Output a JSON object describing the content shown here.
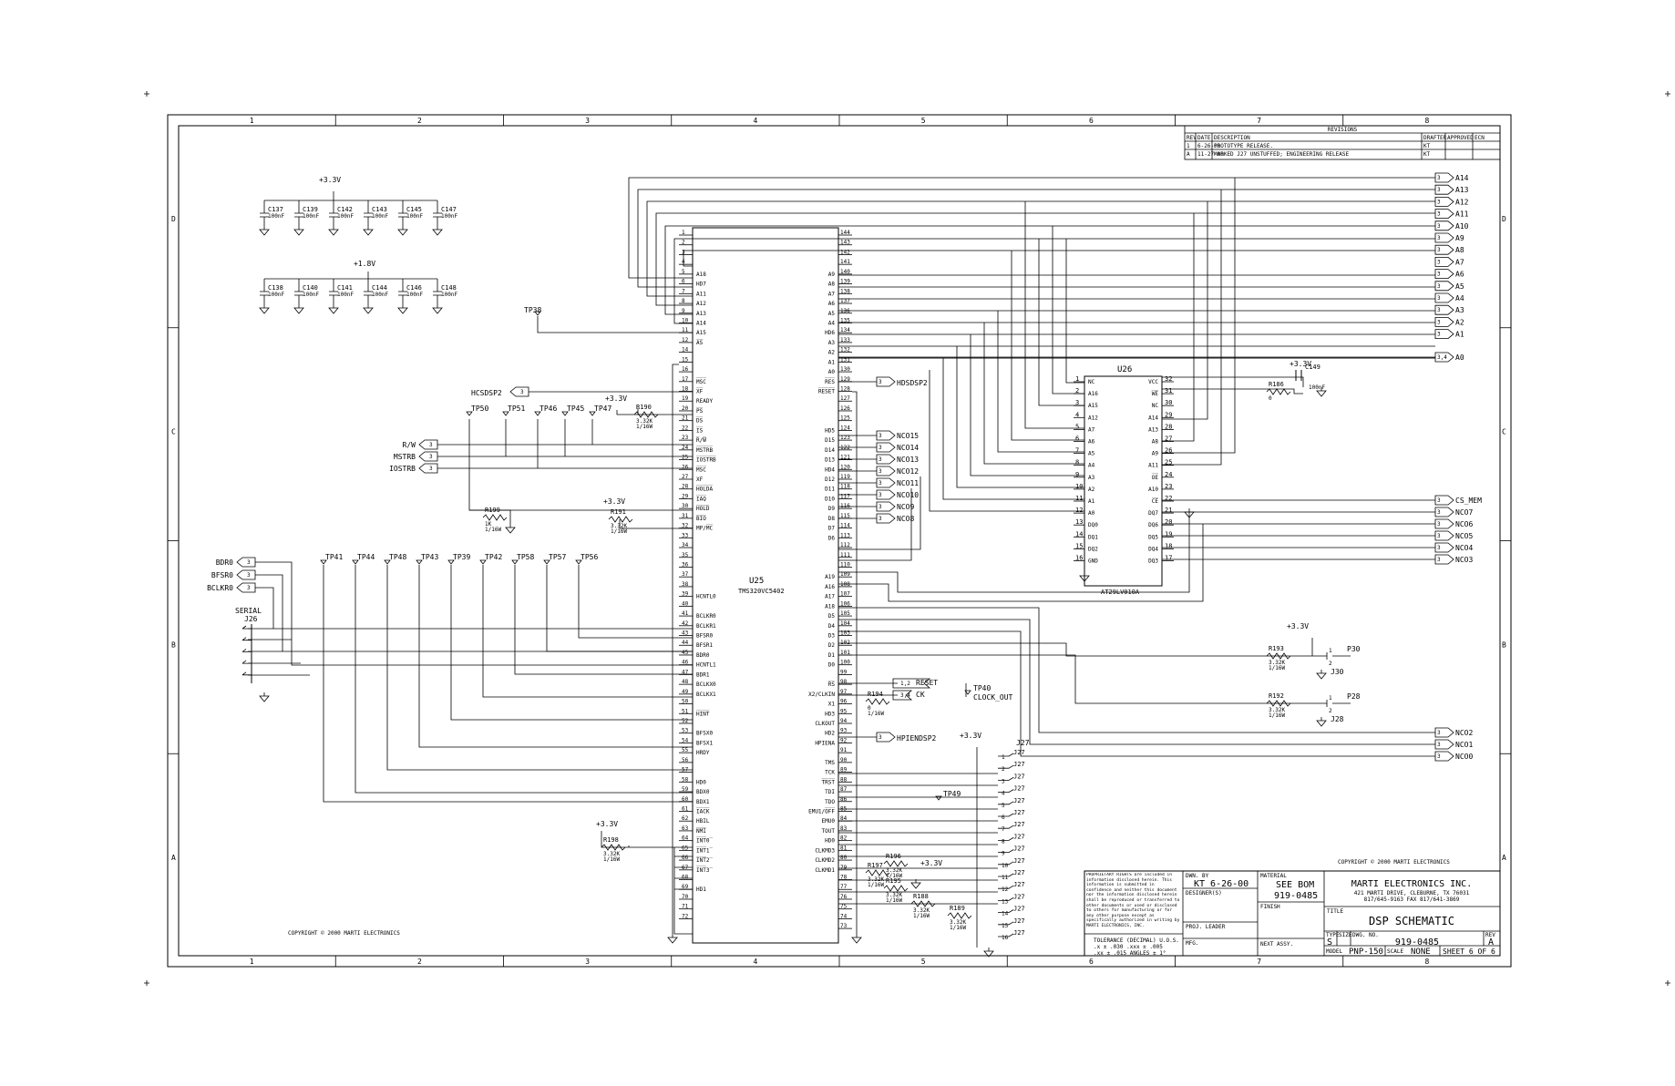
{
  "sheet": {
    "column_labels": [
      "1",
      "2",
      "3",
      "4",
      "5",
      "6",
      "7",
      "8"
    ],
    "row_labels": [
      "D",
      "C",
      "B",
      "A"
    ]
  },
  "revisions": {
    "title": "REVISIONS",
    "headers": [
      "REV",
      "DATE",
      "DESCRIPTION",
      "DRAFTER",
      "APPROVED",
      "ECN"
    ],
    "rows": [
      [
        "1",
        "6-26-00",
        "PROTOTYPE RELEASE.",
        "KT",
        "",
        ""
      ],
      [
        "A",
        "11-27-00",
        "MARKED J27 UNSTUFFED; ENGINEERING RELEASE",
        "KT",
        "",
        ""
      ]
    ]
  },
  "supplies": {
    "v33": "+3.3V",
    "v18": "+1.8V",
    "caps_33": [
      {
        "ref": "C137",
        "val": "100nF"
      },
      {
        "ref": "C139",
        "val": "100nF"
      },
      {
        "ref": "C142",
        "val": "100nF"
      },
      {
        "ref": "C143",
        "val": "100nF"
      },
      {
        "ref": "C145",
        "val": "100nF"
      },
      {
        "ref": "C147",
        "val": "100nF"
      }
    ],
    "caps_18": [
      {
        "ref": "C138",
        "val": "100nF"
      },
      {
        "ref": "C140",
        "val": "100nF"
      },
      {
        "ref": "C141",
        "val": "100nF"
      },
      {
        "ref": "C144",
        "val": "100nF"
      },
      {
        "ref": "C146",
        "val": "100nF"
      },
      {
        "ref": "C148",
        "val": "100nF"
      }
    ]
  },
  "u25": {
    "ref": "U25",
    "part": "TMS320VC5402",
    "left_pins": [
      [
        "1",
        ""
      ],
      [
        "2",
        ""
      ],
      [
        "3",
        ""
      ],
      [
        "4",
        ""
      ],
      [
        "5",
        "A18"
      ],
      [
        "6",
        "HD7"
      ],
      [
        "7",
        "A11"
      ],
      [
        "8",
        "A12"
      ],
      [
        "9",
        "A13"
      ],
      [
        "10",
        "A14"
      ],
      [
        "11",
        "A15"
      ],
      [
        "12",
        "A̅S̅"
      ],
      [
        "14",
        ""
      ],
      [
        "15",
        ""
      ],
      [
        "16",
        ""
      ],
      [
        "17",
        "M̅S̅C̅"
      ],
      [
        "18",
        "X̅F̅"
      ],
      [
        "19",
        "READY"
      ],
      [
        "20",
        "P̅S̅"
      ],
      [
        "21",
        "D̅S̅"
      ],
      [
        "22",
        "I̅S̅"
      ],
      [
        "23",
        "R̅/̅W̅"
      ],
      [
        "24",
        "M̅S̅T̅R̅B̅"
      ],
      [
        "25",
        "I̅O̅S̅T̅R̅B̅"
      ],
      [
        "26",
        "M̅S̅C̅"
      ],
      [
        "27",
        "XF"
      ],
      [
        "28",
        "H̅O̅L̅D̅A̅"
      ],
      [
        "29",
        "I̅A̅Q̅"
      ],
      [
        "30",
        "H̅O̅L̅D̅"
      ],
      [
        "31",
        "B̅I̅O̅"
      ],
      [
        "32",
        "MP/M̅C̅"
      ],
      [
        "33",
        ""
      ],
      [
        "34",
        ""
      ],
      [
        "35",
        ""
      ],
      [
        "36",
        ""
      ],
      [
        "37",
        ""
      ],
      [
        "38",
        ""
      ],
      [
        "39",
        "HCNTL0"
      ],
      [
        "40",
        ""
      ],
      [
        "41",
        "BCLKR0"
      ],
      [
        "42",
        "BCLKR1"
      ],
      [
        "43",
        "BFSR0"
      ],
      [
        "44",
        "BFSR1"
      ],
      [
        "45",
        "BDR0"
      ],
      [
        "46",
        "HCNTL1"
      ],
      [
        "47",
        "BDR1"
      ],
      [
        "48",
        "BCLKX0"
      ],
      [
        "49",
        "BCLKX1"
      ],
      [
        "50",
        ""
      ],
      [
        "51",
        "H̅I̅N̅T̅"
      ],
      [
        "52",
        ""
      ],
      [
        "53",
        "BFSX0"
      ],
      [
        "54",
        "BFSX1"
      ],
      [
        "55",
        "HRDY"
      ],
      [
        "56",
        ""
      ],
      [
        "57",
        ""
      ],
      [
        "58",
        "HD0"
      ],
      [
        "59",
        "BDX0"
      ],
      [
        "60",
        "BDX1"
      ],
      [
        "61",
        "I̅A̅C̅K̅"
      ],
      [
        "62",
        "HBIL"
      ],
      [
        "63",
        "N̅M̅I̅"
      ],
      [
        "64",
        "I̅N̅T̅0̅"
      ],
      [
        "65",
        "I̅N̅T̅1̅"
      ],
      [
        "66",
        "I̅N̅T̅2̅"
      ],
      [
        "67",
        "I̅N̅T̅3̅"
      ],
      [
        "68",
        ""
      ],
      [
        "69",
        "HD1"
      ],
      [
        "70",
        ""
      ],
      [
        "71",
        ""
      ],
      [
        "72",
        ""
      ]
    ],
    "right_pins": [
      [
        "144",
        ""
      ],
      [
        "143",
        ""
      ],
      [
        "142",
        ""
      ],
      [
        "141",
        ""
      ],
      [
        "140",
        "A9"
      ],
      [
        "139",
        "A8"
      ],
      [
        "138",
        "A7"
      ],
      [
        "137",
        "A6"
      ],
      [
        "136",
        "A5"
      ],
      [
        "135",
        "A4"
      ],
      [
        "134",
        "HD6"
      ],
      [
        "133",
        "A3"
      ],
      [
        "132",
        "A2"
      ],
      [
        "131",
        "A1"
      ],
      [
        "130",
        "A0"
      ],
      [
        "129",
        "R̅E̅S̅"
      ],
      [
        "128",
        "R̅E̅S̅E̅T̅"
      ],
      [
        "127",
        ""
      ],
      [
        "126",
        ""
      ],
      [
        "125",
        ""
      ],
      [
        "124",
        "HD5"
      ],
      [
        "123",
        "D15"
      ],
      [
        "122",
        "D14"
      ],
      [
        "121",
        "D13"
      ],
      [
        "120",
        "HD4"
      ],
      [
        "119",
        "D12"
      ],
      [
        "118",
        "D11"
      ],
      [
        "117",
        "D10"
      ],
      [
        "116",
        "D9"
      ],
      [
        "115",
        "D8"
      ],
      [
        "114",
        "D7"
      ],
      [
        "113",
        "D6"
      ],
      [
        "112",
        ""
      ],
      [
        "111",
        ""
      ],
      [
        "110",
        ""
      ],
      [
        "109",
        "A19"
      ],
      [
        "108",
        "A16"
      ],
      [
        "107",
        "A17"
      ],
      [
        "106",
        "A18"
      ],
      [
        "105",
        "D5"
      ],
      [
        "104",
        "D4"
      ],
      [
        "103",
        "D3"
      ],
      [
        "102",
        "D2"
      ],
      [
        "101",
        "D1"
      ],
      [
        "100",
        "D0"
      ],
      [
        "99",
        ""
      ],
      [
        "98",
        "R̅S̅"
      ],
      [
        "97",
        "X2/CLKIN"
      ],
      [
        "96",
        "X1"
      ],
      [
        "95",
        "HD3"
      ],
      [
        "94",
        "CLKOUT"
      ],
      [
        "93",
        "HD2"
      ],
      [
        "92",
        "HPIENA"
      ],
      [
        "91",
        ""
      ],
      [
        "90",
        "TMS"
      ],
      [
        "89",
        "TCK"
      ],
      [
        "88",
        "T̅R̅S̅T̅"
      ],
      [
        "87",
        "TDI"
      ],
      [
        "86",
        "TDO"
      ],
      [
        "85",
        "EMU1/O̅F̅F̅"
      ],
      [
        "84",
        "EMU0"
      ],
      [
        "83",
        "TOUT"
      ],
      [
        "82",
        "HD0"
      ],
      [
        "81",
        "CLKMD3"
      ],
      [
        "80",
        "CLKMD2"
      ],
      [
        "79",
        "CLKMD1"
      ],
      [
        "78",
        ""
      ],
      [
        "77",
        ""
      ],
      [
        "76",
        ""
      ],
      [
        "75",
        ""
      ],
      [
        "74",
        ""
      ],
      [
        "73",
        ""
      ]
    ]
  },
  "u26": {
    "ref": "U26",
    "part": "AT29LV010A",
    "left_pins": [
      [
        "1",
        "NC"
      ],
      [
        "2",
        "A16"
      ],
      [
        "3",
        "A15"
      ],
      [
        "4",
        "A12"
      ],
      [
        "5",
        "A7"
      ],
      [
        "6",
        "A6"
      ],
      [
        "7",
        "A5"
      ],
      [
        "8",
        "A4"
      ],
      [
        "9",
        "A3"
      ],
      [
        "10",
        "A2"
      ],
      [
        "11",
        "A1"
      ],
      [
        "12",
        "A0"
      ],
      [
        "13",
        "DQ0"
      ],
      [
        "14",
        "DQ1"
      ],
      [
        "15",
        "DQ2"
      ],
      [
        "16",
        "GND"
      ]
    ],
    "right_pins": [
      [
        "32",
        "VCC"
      ],
      [
        "31",
        "W̅E̅"
      ],
      [
        "30",
        "NC"
      ],
      [
        "29",
        "A14"
      ],
      [
        "28",
        "A13"
      ],
      [
        "27",
        "A8"
      ],
      [
        "26",
        "A9"
      ],
      [
        "25",
        "A11"
      ],
      [
        "24",
        "O̅E̅"
      ],
      [
        "23",
        "A10"
      ],
      [
        "22",
        "C̅E̅"
      ],
      [
        "21",
        "DQ7"
      ],
      [
        "20",
        "DQ6"
      ],
      [
        "19",
        "DQ5"
      ],
      [
        "18",
        "DQ4"
      ],
      [
        "17",
        "DQ3"
      ]
    ]
  },
  "addr_ports": [
    "A14",
    "A13",
    "A12",
    "A11",
    "A10",
    "A9",
    "A8",
    "A7",
    "A6",
    "A5",
    "A4",
    "A3",
    "A2",
    "A1"
  ],
  "a0_port": "A0",
  "a0_port_pin": "3,4",
  "port_pin": "3",
  "mem_ports": [
    "CS_MEM",
    "NCO7",
    "NCO6",
    "NCO5",
    "NCO4",
    "NCO3"
  ],
  "nco_ports_mid": [
    "NCO15",
    "NCO14",
    "NCO13",
    "NCO12",
    "NCO11",
    "NCO10",
    "NCO9",
    "NCO8"
  ],
  "nco_ports_low": [
    "NCO2",
    "NCO1",
    "NCO0"
  ],
  "hcsdsp2": "HCSDSP2",
  "hdsdsp2": "HDSDSP2",
  "hpiendsp2": "HPIENDSP2",
  "left_bus_ports": [
    "R/W",
    "MSTRB",
    "IOSTRB"
  ],
  "serial_ports": [
    "BDR0",
    "BFSR0",
    "BCLKR0"
  ],
  "serial_conn": {
    "label": "SERIAL",
    "ref": "J26"
  },
  "testpoints_top": [
    "TP50",
    "TP51",
    "TP46",
    "TP45",
    "TP47"
  ],
  "testpoints_serial": [
    "TP41",
    "TP44",
    "TP48",
    "TP43",
    "TP39",
    "TP42",
    "TP58",
    "TP57",
    "TP56"
  ],
  "tp38": "TP38",
  "tp40": {
    "ref": "TP40",
    "net": "CLOCK_OUT"
  },
  "tp49": "TP49",
  "resistors": [
    {
      "ref": "R190",
      "val": "3.32K",
      "pw": "1/16W"
    },
    {
      "ref": "R199",
      "val": "1K",
      "pw": "1/16W"
    },
    {
      "ref": "R191",
      "val": "3.32K",
      "pw": "1/16W"
    },
    {
      "ref": "R186",
      "val": "0",
      "pw": ""
    },
    {
      "ref": "R194",
      "val": "0",
      "pw": "1/16W"
    },
    {
      "ref": "R198",
      "val": "3.32K",
      "pw": "1/16W"
    },
    {
      "ref": "R197",
      "val": "3.32K",
      "pw": "1/16W"
    },
    {
      "ref": "R196",
      "val": "3.32K",
      "pw": "1/16W"
    },
    {
      "ref": "R195",
      "val": "3.32K",
      "pw": "1/16W"
    },
    {
      "ref": "R188",
      "val": "3.32K",
      "pw": "1/16W"
    },
    {
      "ref": "R189",
      "val": "3.32K",
      "pw": "1/16W"
    },
    {
      "ref": "R193",
      "val": "3.32K",
      "pw": "1/16W"
    },
    {
      "ref": "R192",
      "val": "3.32K",
      "pw": "1/16W"
    }
  ],
  "c149": {
    "ref": "C149",
    "val": "100nF"
  },
  "reset": {
    "label": "RESET",
    "pin": "1,2"
  },
  "ck": {
    "label": "CK",
    "pin": "3,4"
  },
  "jumpers": [
    {
      "ref": "J30",
      "net": "P30"
    },
    {
      "ref": "J28",
      "net": "P28"
    }
  ],
  "j27": {
    "ref": "J27",
    "pins": [
      "1",
      "2",
      "3",
      "4",
      "5",
      "6",
      "7",
      "8",
      "9",
      "10",
      "11",
      "12",
      "13",
      "14",
      "15",
      "16"
    ]
  },
  "copyright_left": "COPYRIGHT © 2000 MARTI ELECTRONICS",
  "copyright_right": "COPYRIGHT © 2000 MARTI ELECTRONICS",
  "title_block": {
    "proprietary": "PROPRIETARY RIGHTS are included in information disclosed herein. This information is submitted in confidence and neither this document nor the information disclosed herein shall be reproduced or transferred to other documents or used or disclosed to others for manufacturing or for any other purpose except as specifically authorized in writing by MARTI ELECTRONICS, INC.",
    "tolerance_title": "TOLERANCE (DECIMAL) U.O.S.",
    "tolerance_1": ".x ± .030   .xxx ± .005",
    "tolerance_2": ".xx ± .015   ANGLES ± 1°",
    "dwn_by_label": "DWN. BY",
    "dwn_by": "KT 6-26-00",
    "designer_label": "DESIGNER(S)",
    "proj_leader_label": "PROJ. LEADER",
    "mfg_label": "MFG.",
    "material_label": "MATERIAL",
    "material_1": "SEE BOM",
    "material_2": "919-0485",
    "finish_label": "FINISH",
    "next_assy_label": "NEXT ASSY.",
    "company": "MARTI ELECTRONICS INC.",
    "address": "421 MARTI DRIVE, CLEBURNE, TX 76031",
    "phone": "817/645-9163 FAX 817/641-3869",
    "title_label": "TITLE",
    "title": "DSP SCHEMATIC",
    "type_label": "TYPE",
    "type": "S",
    "size_label": "SIZE",
    "dwg_no_label": "DWG. NO.",
    "dwg_no": "919-0485",
    "rev_label": "REV",
    "rev": "A",
    "model_label": "MODEL",
    "model": "PNP-150",
    "scale_label": "SCALE",
    "scale": "NONE",
    "sheet": "SHEET 6 OF 6"
  }
}
